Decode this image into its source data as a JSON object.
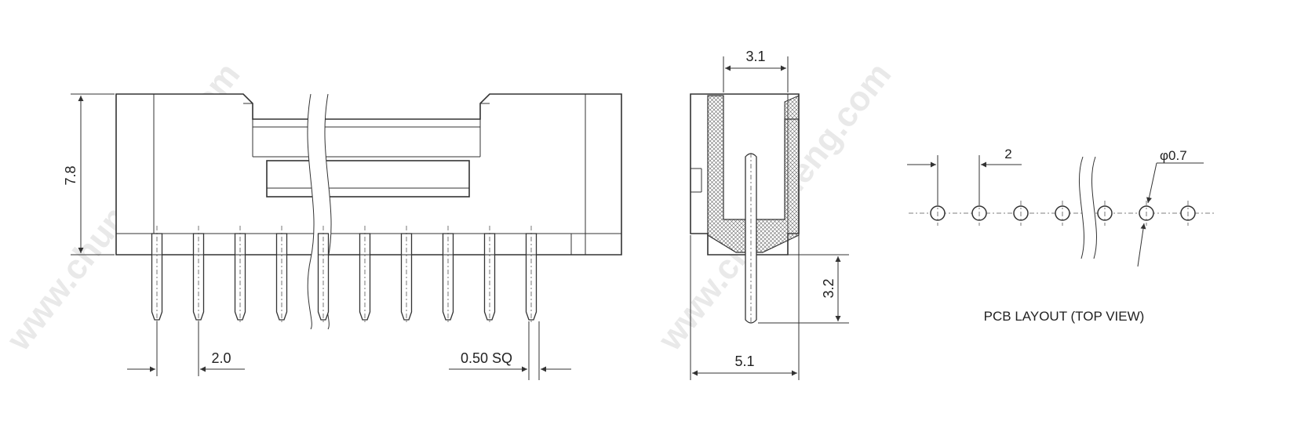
{
  "watermarks": [
    "www.chunsheng.com",
    "www.chunsheng.com"
  ],
  "front_view": {
    "height_label": "7.8",
    "pitch_label": "2.0",
    "pin_size_label": "0.50 SQ",
    "pin_count": 10
  },
  "side_view": {
    "top_width_label": "3.1",
    "pin_length_label": "3.2",
    "bottom_width_label": "5.1"
  },
  "pcb_layout": {
    "pitch_label": "2",
    "hole_label": "φ0.7",
    "caption": "PCB LAYOUT (TOP VIEW)"
  },
  "colors": {
    "line": "#333333",
    "hatch": "#555555",
    "watermark": "#e9e9e9"
  }
}
